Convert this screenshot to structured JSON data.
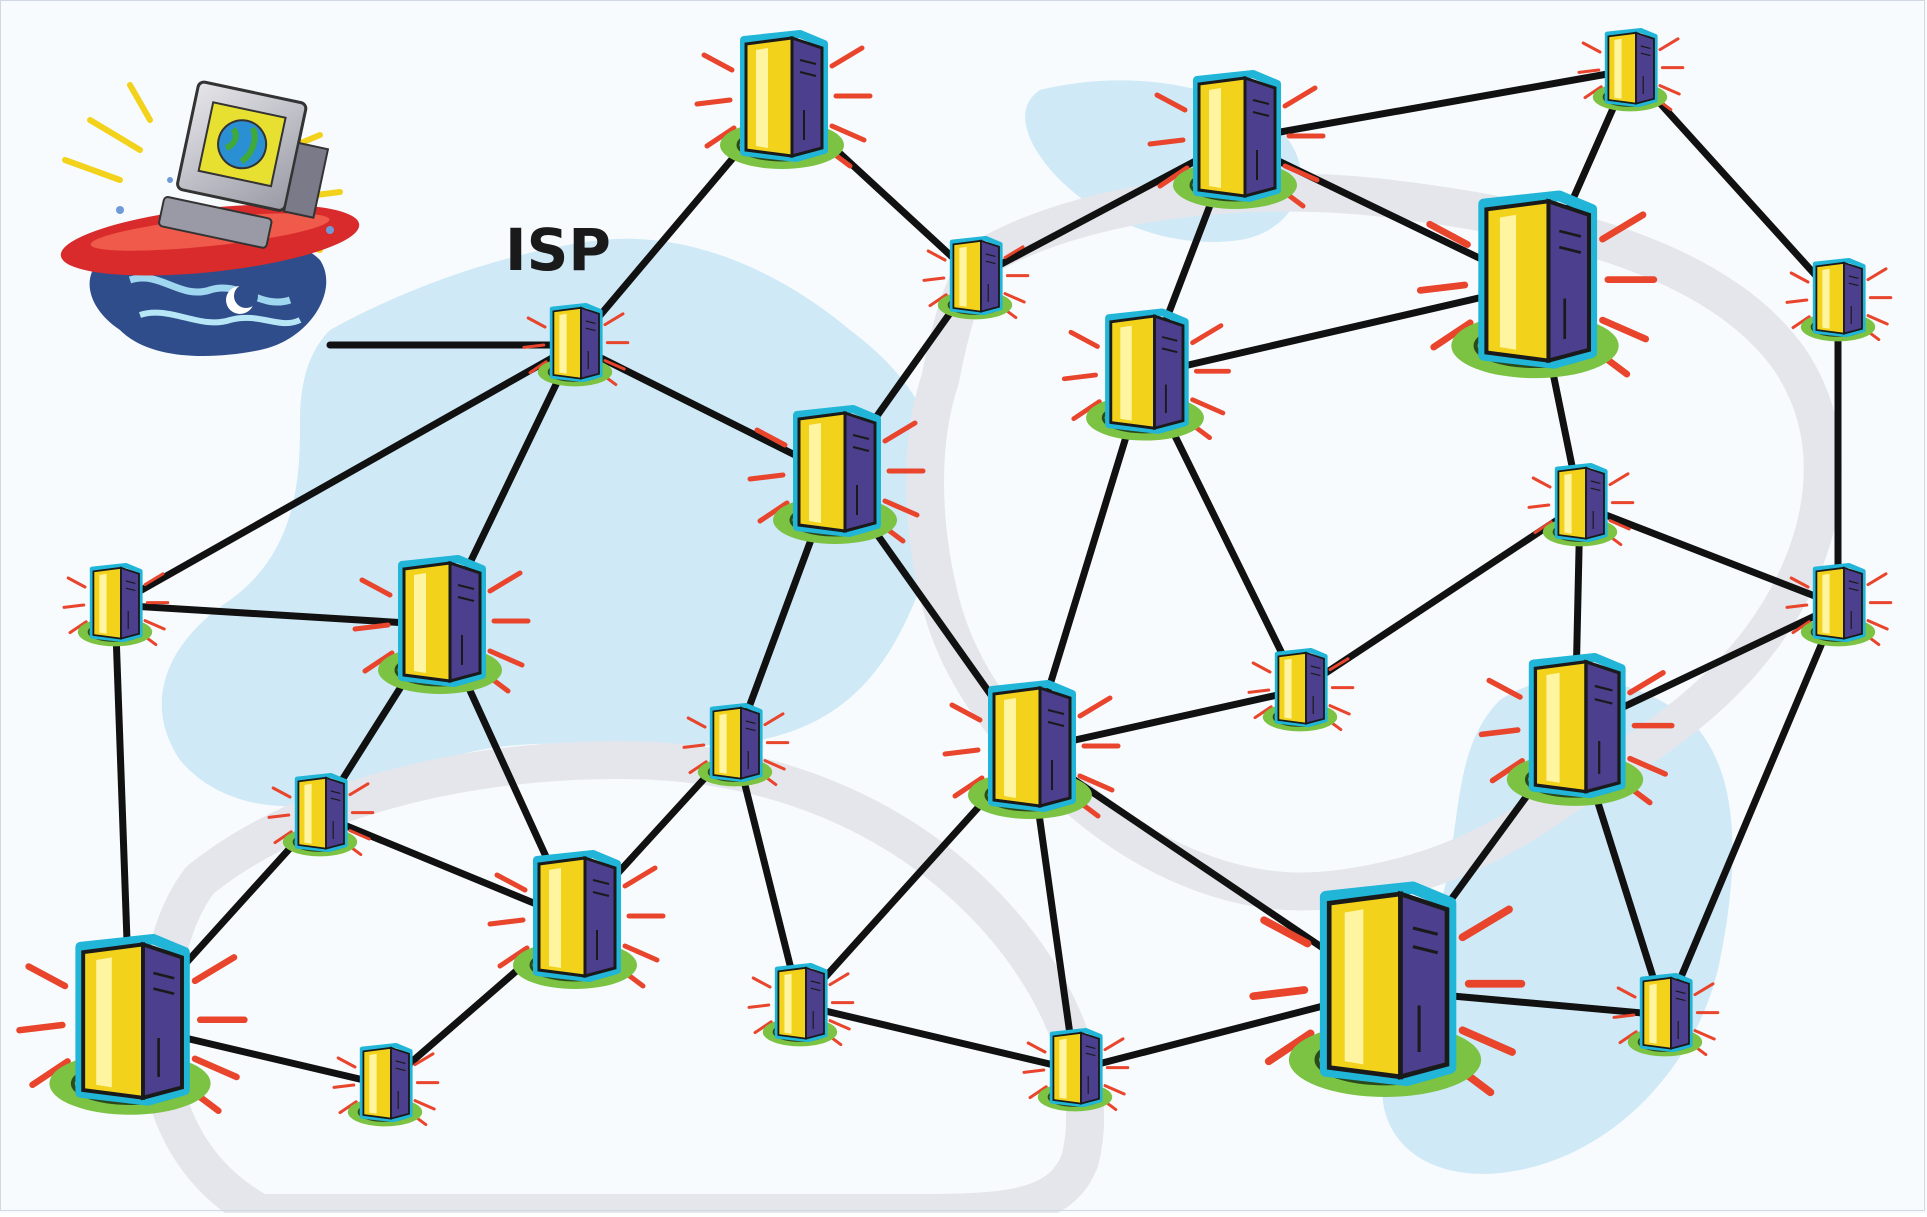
{
  "diagram": {
    "isp_label": "ISP",
    "colors": {
      "background": "#f7fbfe",
      "map_blue": "#cfe9f6",
      "map_gray": "#e4e6ec",
      "link": "#111111",
      "tower_front": "#f2d21a",
      "tower_side": "#4c3f8e",
      "tower_base": "#7cc243",
      "ray": "#e8452c",
      "glow": "#21b5d8"
    },
    "icons": {
      "client": "surfing-computer-icon",
      "server": "server-tower-icon"
    },
    "node_count": 27,
    "link_count": 46
  }
}
